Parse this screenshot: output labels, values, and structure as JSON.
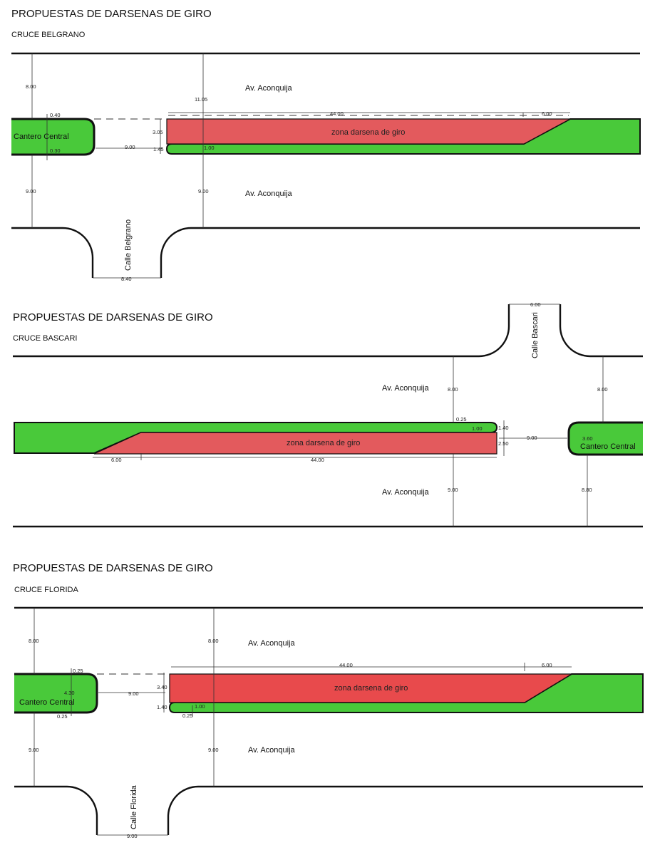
{
  "sections": [
    {
      "title": "PROPUESTAS DE DARSENAS DE GIRO",
      "subtitle": "CRUCE BELGRANO",
      "street_upper": "Av. Aconquija",
      "street_lower": "Av. Aconquija",
      "cross_street": "Calle Belgrano",
      "median_label": "Cantero Central",
      "zone_label": "zona darsena de giro",
      "dims": {
        "left_top": "8.00",
        "center_top": "11.05",
        "len_44": "44.00",
        "len_6": "6.00",
        "d040": "0.40",
        "d030": "0.30",
        "d305": "3.05",
        "d145": "1.45",
        "d100": "1.00",
        "gap": "9.00",
        "left_bottom": "9.00",
        "center_bottom": "9.00",
        "street_width": "8.40"
      }
    },
    {
      "title": "PROPUESTAS DE DARSENAS DE GIRO",
      "subtitle": "CRUCE BASCARI",
      "street_upper": "Av. Aconquija",
      "street_lower": "Av. Aconquija",
      "cross_street": "Calle Bascari",
      "median_label": "Cantero Central",
      "zone_label": "zona darsena de giro",
      "dims": {
        "street_width": "6.00",
        "top_a": "8.00",
        "top_b": "8.00",
        "d025": "0.25",
        "d100": "1.00",
        "d140": "1.40",
        "d250": "2.50",
        "gap": "9.00",
        "d360": "3.60",
        "len_6": "6.00",
        "len_44": "44.00",
        "bottom_a": "9.00",
        "bottom_b": "8.80"
      }
    },
    {
      "title": "PROPUESTAS DE DARSENAS DE GIRO",
      "subtitle": "CRUCE FLORIDA",
      "street_upper": "Av. Aconquija",
      "street_lower": "Av. Aconquija",
      "cross_street": "Calle Florida",
      "median_label": "Cantero Central",
      "zone_label": "zona darsena de giro",
      "dims": {
        "left_top": "8.00",
        "center_top": "8.00",
        "len_44": "44.00",
        "len_6": "6.00",
        "d025a": "0.25",
        "d430": "4.30",
        "d025b": "0.25",
        "d340": "3.40",
        "d140": "1.40",
        "d100": "1.00",
        "d025c": "0.25",
        "gap": "9.00",
        "left_bottom": "9.00",
        "center_bottom": "9.00",
        "street_width": "9.00"
      }
    }
  ]
}
